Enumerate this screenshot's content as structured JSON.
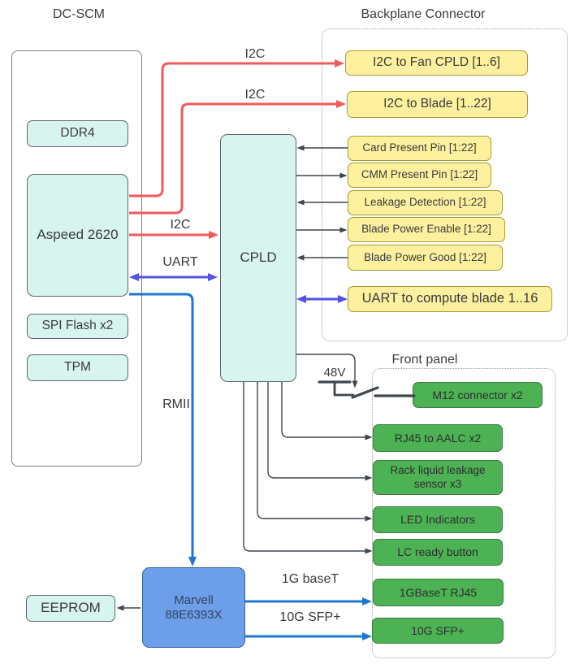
{
  "dc_scm": {
    "title": "DC-SCM",
    "ddr4": "DDR4",
    "aspeed": "Aspeed 2620",
    "spi_flash": "SPI Flash x2",
    "tpm": "TPM"
  },
  "cpld": {
    "label": "CPLD"
  },
  "backplane": {
    "title": "Backplane Connector",
    "items": [
      {
        "label": "I2C to Fan CPLD [1..6]"
      },
      {
        "label": "I2C to Blade [1..22]"
      },
      {
        "label": "Card Present Pin [1:22]"
      },
      {
        "label": "CMM Present Pin [1:22]"
      },
      {
        "label": "Leakage Detection [1:22]"
      },
      {
        "label": "Blade Power Enable [1:22]"
      },
      {
        "label": "Blade Power Good [1:22]"
      },
      {
        "label": "UART to compute blade 1..16"
      }
    ]
  },
  "front_panel": {
    "title": "Front panel",
    "items": [
      {
        "label": "M12 connector x2"
      },
      {
        "label": "RJ45 to AALC x2"
      },
      {
        "label": "Rack liquid leakage sensor x3"
      },
      {
        "label": "LED Indicators"
      },
      {
        "label": "LC ready button"
      },
      {
        "label": "1GBaseT RJ45"
      },
      {
        "label": "10G SFP+"
      }
    ]
  },
  "marvell": {
    "line1": "Marvell",
    "line2": "88E6393X"
  },
  "eeprom": {
    "label": "EEPROM"
  },
  "edge_labels": {
    "i2c_fan": "I2C",
    "i2c_blade": "I2C",
    "i2c_cpld": "I2C",
    "uart": "UART",
    "rmii": "RMII",
    "v48": "48V",
    "eth_1g": "1G baseT",
    "eth_10g": "10G SFP+"
  },
  "colors": {
    "i2c_red": "#f4595a",
    "uart_indigo": "#5551e8",
    "ethernet_blue": "#1f76d2",
    "signal_dark": "#3f474e",
    "block_cyan": "#d8f4ee",
    "block_yellow": "#fdf1a0",
    "block_green": "#4cb254",
    "block_blue": "#6d9eea"
  }
}
